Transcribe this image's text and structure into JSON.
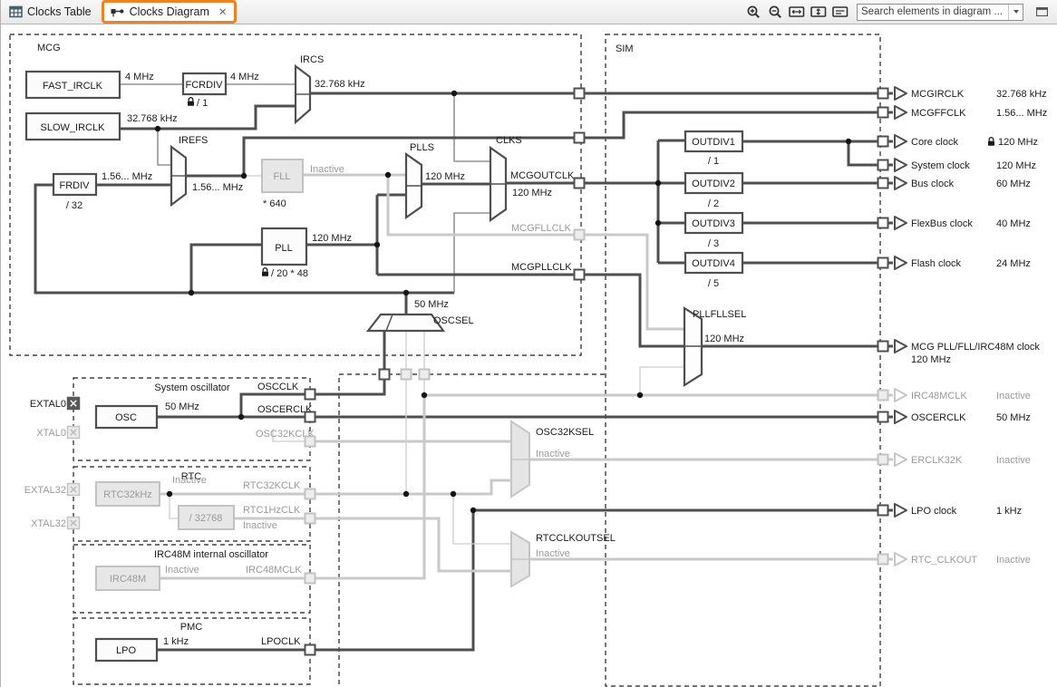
{
  "window": {
    "tabs": [
      {
        "label": "Clocks Table"
      },
      {
        "label": "Clocks Diagram",
        "close_glyph": "✕"
      }
    ],
    "search_placeholder": "Search elements in diagram ..."
  },
  "colors": {
    "accent": "#ee8122",
    "active_wire": "#4f4f51",
    "inactive_wire": "#c9c9c9",
    "inactive_text": "#9a9a9a",
    "text": "#1b1b1b"
  },
  "regions": {
    "mcg": "MCG",
    "sim": "SIM",
    "sysosc": "System oscillator",
    "rtc": "RTC",
    "irc48m": "IRC48M internal oscillator",
    "pmc": "PMC"
  },
  "blocks": {
    "fast_irclk": "FAST_IRCLK",
    "slow_irclk": "SLOW_IRCLK",
    "fcrdiv": {
      "label": "FCRDIV",
      "sub": "/ 1"
    },
    "frdiv": {
      "label": "FRDIV",
      "sub": "/ 32"
    },
    "fll": {
      "label": "FLL",
      "sub": "* 640",
      "status": "Inactive"
    },
    "pll": {
      "label": "PLL",
      "sub": "/ 20 * 48",
      "out": "120 MHz"
    },
    "osc": {
      "label": "OSC",
      "out": "50 MHz"
    },
    "rtc32khz": {
      "label": "RTC32kHz",
      "status": "Inactive"
    },
    "rtcdiv": {
      "label": "/ 32768"
    },
    "irc48m": {
      "label": "IRC48M",
      "status": "Inactive"
    },
    "lpo": {
      "label": "LPO",
      "out": "1 kHz"
    },
    "outdiv1": {
      "label": "OUTDIV1",
      "sub": "/ 1"
    },
    "outdiv2": {
      "label": "OUTDIV2",
      "sub": "/ 2"
    },
    "outdiv3": {
      "label": "OUTDIV3",
      "sub": "/ 3"
    },
    "outdiv4": {
      "label": "OUTDIV4",
      "sub": "/ 5"
    }
  },
  "muxes": {
    "ircs": {
      "label": "IRCS",
      "out": "32.768 kHz"
    },
    "irefs": {
      "label": "IREFS",
      "out": "1.56... MHz"
    },
    "plls": {
      "label": "PLLS",
      "out": "120 MHz"
    },
    "clks": {
      "label": "CLKS"
    },
    "oscsel": {
      "label": "OSCSEL",
      "out": "50 MHz"
    },
    "pllfllsel": {
      "label": "PLLFLLSEL",
      "out": "120 MHz"
    },
    "osc32ksel": {
      "label": "OSC32KSEL",
      "status": "Inactive"
    },
    "rtcclkoutsel": {
      "label": "RTCCLKOUTSEL",
      "status": "Inactive"
    }
  },
  "nets": {
    "fast_out": "4 MHz",
    "fcrdiv_out": "4 MHz",
    "slow_out": "32.768 kHz",
    "frdiv_out": "1.56... MHz",
    "mcgoutclk": {
      "label": "MCGOUTCLK",
      "value": "120 MHz"
    },
    "mcgfllclk": "MCGFLLCLK",
    "mcgpllclk": "MCGPLLCLK",
    "oscclk": "OSCCLK",
    "oscerclk": "OSCERCLK",
    "osc32kclk": "OSC32KCLK",
    "rtc32kclk": "RTC32KCLK",
    "rtc1hzclk": {
      "label": "RTC1HzCLK",
      "status": "Inactive"
    },
    "irc48mclk": "IRC48MCLK",
    "lpoclk": "LPOCLK"
  },
  "pins": {
    "extal0": "EXTAL0",
    "xtal0": "XTAL0",
    "extal32": "EXTAL32",
    "xtal32": "XTAL32"
  },
  "outputs": [
    {
      "label": "MCGIRCLK",
      "value": "32.768 kHz"
    },
    {
      "label": "MCGFFCLK",
      "value": "1.56... MHz"
    },
    {
      "label": "Core clock",
      "value": "120 MHz",
      "locked": true
    },
    {
      "label": "System clock",
      "value": "120 MHz"
    },
    {
      "label": "Bus clock",
      "value": "60 MHz"
    },
    {
      "label": "FlexBus clock",
      "value": "40 MHz"
    },
    {
      "label": "Flash clock",
      "value": "24 MHz"
    },
    {
      "label": "MCG PLL/FLL/IRC48M clock",
      "value": "120 MHz"
    },
    {
      "label": "IRC48MCLK",
      "value": "Inactive",
      "inactive": true
    },
    {
      "label": "OSCERCLK",
      "value": "50 MHz"
    },
    {
      "label": "ERCLK32K",
      "value": "Inactive",
      "inactive": true
    },
    {
      "label": "LPO clock",
      "value": "1 kHz"
    },
    {
      "label": "RTC_CLKOUT",
      "value": "Inactive",
      "inactive": true
    }
  ]
}
